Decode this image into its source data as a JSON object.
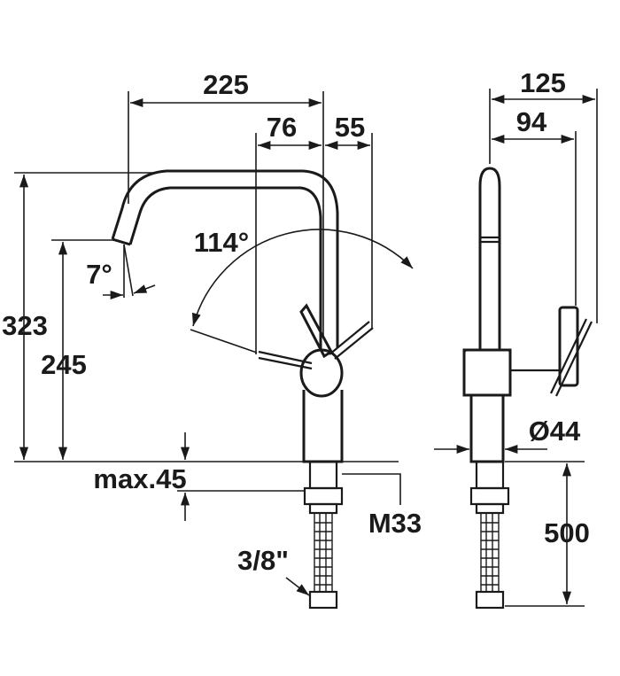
{
  "dimensions": {
    "spout_reach": "225",
    "lever_left": "76",
    "lever_right": "55",
    "side_depth": "125",
    "side_lever": "94",
    "swivel_angle": "114°",
    "spout_tilt": "7°",
    "total_height": "323",
    "outlet_height": "245",
    "max_thickness": "max.45",
    "thread": "M33",
    "connection": "3/8\"",
    "base_diameter": "Ø44",
    "hose_length": "500"
  }
}
